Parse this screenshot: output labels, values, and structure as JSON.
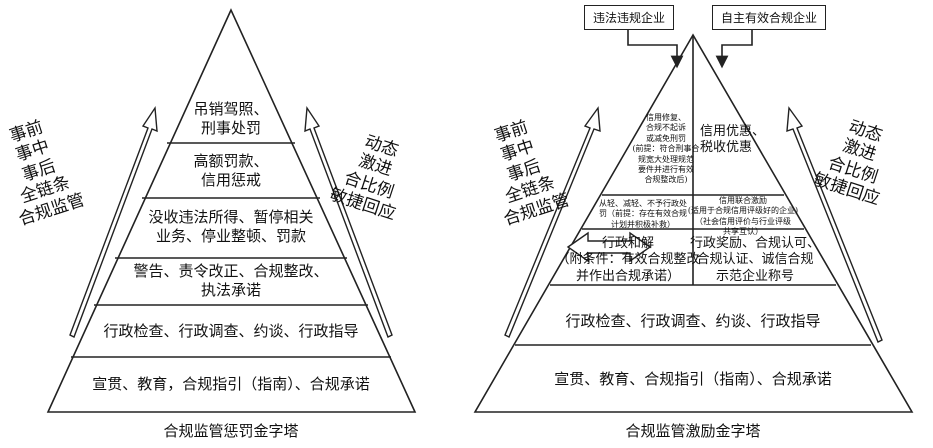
{
  "left": {
    "caption": "合规监管惩罚金字塔",
    "side_left": [
      "事前",
      "事中",
      "事后",
      "全链条",
      "合规监管"
    ],
    "side_right": [
      "动态",
      "激进",
      "合比例",
      "敏捷回应"
    ],
    "tiers": [
      [
        "吊销驾照、",
        "刑事处罚"
      ],
      [
        "高额罚款、",
        "信用惩戒"
      ],
      [
        "没收违法所得、暂停相关",
        "业务、停业整顿、罚款"
      ],
      [
        "警告、责令改正、合规整改、",
        "执法承诺"
      ],
      [
        "行政检查、行政调查、约谈、行政指导"
      ],
      [
        "宣贯、教育，合规指引（指南）、合规承诺"
      ]
    ]
  },
  "right": {
    "caption": "合规监管激励金字塔",
    "box_left": "违法违规企业",
    "box_right": "自主有效合规企业",
    "side_left": [
      "事前",
      "事中",
      "事后",
      "全链条",
      "合规监管"
    ],
    "side_right": [
      "动态",
      "激进",
      "合比例",
      "敏捷回应"
    ],
    "top_left": [
      "信用修复、",
      "合规不起诉",
      "或减免刑罚",
      "(前提：符合刑事合",
      "规宽大处理规范",
      "要件并进行有效",
      "合规整改后)"
    ],
    "top_right": [
      "信用优惠、",
      "税收优惠"
    ],
    "mid_left": [
      "从轻、减轻、不予行政处",
      "罚（前提：存在有效合规",
      "计划并积极补救）"
    ],
    "mid_right": [
      "信用联合激励",
      "(适用于合规信用评级好的企业)",
      "（社会信用评价与行业评级",
      "共享互认）"
    ],
    "low_left": [
      "行政和解",
      "（附条件：有效合规整改",
      "并作出合规承诺）"
    ],
    "low_right": [
      "行政奖励、合规认可、",
      "合规认证、诚信合规",
      "示范企业称号"
    ],
    "tier5": "行政检查、行政调查、约谈、行政指导",
    "tier6": "宣贯、教育、合规指引（指南）、合规承诺"
  }
}
